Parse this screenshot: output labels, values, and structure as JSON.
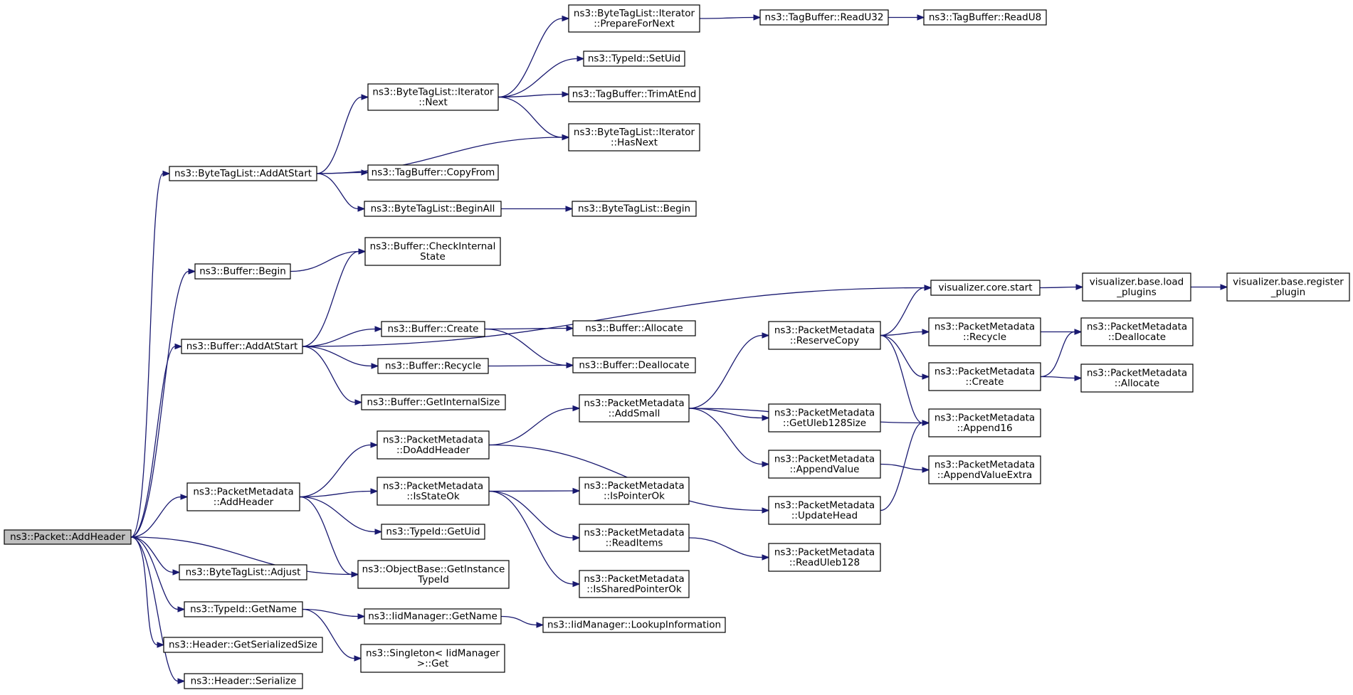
{
  "nodes": [
    {
      "id": "root",
      "lines": [
        "ns3::Packet::AddHeader"
      ]
    },
    {
      "id": "btl_addatstart",
      "lines": [
        "ns3::ByteTagList::AddAtStart"
      ]
    },
    {
      "id": "buf_begin",
      "lines": [
        "ns3::Buffer::Begin"
      ]
    },
    {
      "id": "buf_addatstart",
      "lines": [
        "ns3::Buffer::AddAtStart"
      ]
    },
    {
      "id": "pm_addheader",
      "lines": [
        "ns3::PacketMetadata",
        "::AddHeader"
      ]
    },
    {
      "id": "btl_adjust",
      "lines": [
        "ns3::ByteTagList::Adjust"
      ]
    },
    {
      "id": "tid_getname",
      "lines": [
        "ns3::TypeId::GetName"
      ]
    },
    {
      "id": "hdr_getsize",
      "lines": [
        "ns3::Header::GetSerializedSize"
      ]
    },
    {
      "id": "hdr_serialize",
      "lines": [
        "ns3::Header::Serialize"
      ]
    },
    {
      "id": "it_next",
      "lines": [
        "ns3::ByteTagList::Iterator",
        "::Next"
      ]
    },
    {
      "id": "tb_copyfrom",
      "lines": [
        "ns3::TagBuffer::CopyFrom"
      ]
    },
    {
      "id": "btl_beginall",
      "lines": [
        "ns3::ByteTagList::BeginAll"
      ]
    },
    {
      "id": "buf_checkinternal",
      "lines": [
        "ns3::Buffer::CheckInternal",
        "State"
      ]
    },
    {
      "id": "buf_create",
      "lines": [
        "ns3::Buffer::Create"
      ]
    },
    {
      "id": "buf_recycle",
      "lines": [
        "ns3::Buffer::Recycle"
      ]
    },
    {
      "id": "buf_getinternalsize",
      "lines": [
        "ns3::Buffer::GetInternalSize"
      ]
    },
    {
      "id": "pm_doaddheader",
      "lines": [
        "ns3::PacketMetadata",
        "::DoAddHeader"
      ]
    },
    {
      "id": "pm_isstateok",
      "lines": [
        "ns3::PacketMetadata",
        "::IsStateOk"
      ]
    },
    {
      "id": "tid_getuid",
      "lines": [
        "ns3::TypeId::GetUid"
      ]
    },
    {
      "id": "ob_getinstance",
      "lines": [
        "ns3::ObjectBase::GetInstance",
        "TypeId"
      ]
    },
    {
      "id": "iid_getname",
      "lines": [
        "ns3::IidManager::GetName"
      ]
    },
    {
      "id": "singleton_get",
      "lines": [
        "ns3::Singleton< IidManager",
        ">::Get"
      ]
    },
    {
      "id": "it_preparefornext",
      "lines": [
        "ns3::ByteTagList::Iterator",
        "::PrepareForNext"
      ]
    },
    {
      "id": "tid_setuid",
      "lines": [
        "ns3::TypeId::SetUid"
      ]
    },
    {
      "id": "tb_trimatend",
      "lines": [
        "ns3::TagBuffer::TrimAtEnd"
      ]
    },
    {
      "id": "it_hasnext",
      "lines": [
        "ns3::ByteTagList::Iterator",
        "::HasNext"
      ]
    },
    {
      "id": "btl_begin",
      "lines": [
        "ns3::ByteTagList::Begin"
      ]
    },
    {
      "id": "buf_allocate",
      "lines": [
        "ns3::Buffer::Allocate"
      ]
    },
    {
      "id": "buf_deallocate",
      "lines": [
        "ns3::Buffer::Deallocate"
      ]
    },
    {
      "id": "pm_addsmall",
      "lines": [
        "ns3::PacketMetadata",
        "::AddSmall"
      ]
    },
    {
      "id": "pm_ispointerok",
      "lines": [
        "ns3::PacketMetadata",
        "::IsPointerOk"
      ]
    },
    {
      "id": "pm_readitems",
      "lines": [
        "ns3::PacketMetadata",
        "::ReadItems"
      ]
    },
    {
      "id": "pm_issharedpointerok",
      "lines": [
        "ns3::PacketMetadata",
        "::IsSharedPointerOk"
      ]
    },
    {
      "id": "iid_lookup",
      "lines": [
        "ns3::IidManager::LookupInformation"
      ]
    },
    {
      "id": "tb_readu32",
      "lines": [
        "ns3::TagBuffer::ReadU32"
      ]
    },
    {
      "id": "tb_readu8",
      "lines": [
        "ns3::TagBuffer::ReadU8"
      ]
    },
    {
      "id": "pm_reservecopy",
      "lines": [
        "ns3::PacketMetadata",
        "::ReserveCopy"
      ]
    },
    {
      "id": "pm_getuleb128size",
      "lines": [
        "ns3::PacketMetadata",
        "::GetUleb128Size"
      ]
    },
    {
      "id": "pm_appendvalue",
      "lines": [
        "ns3::PacketMetadata",
        "::AppendValue"
      ]
    },
    {
      "id": "pm_updatehead",
      "lines": [
        "ns3::PacketMetadata",
        "::UpdateHead"
      ]
    },
    {
      "id": "pm_readuleb128",
      "lines": [
        "ns3::PacketMetadata",
        "::ReadUleb128"
      ]
    },
    {
      "id": "vis_core_start",
      "lines": [
        "visualizer.core.start"
      ]
    },
    {
      "id": "pm_recycle",
      "lines": [
        "ns3::PacketMetadata",
        "::Recycle"
      ]
    },
    {
      "id": "pm_create",
      "lines": [
        "ns3::PacketMetadata",
        "::Create"
      ]
    },
    {
      "id": "pm_append16",
      "lines": [
        "ns3::PacketMetadata",
        "::Append16"
      ]
    },
    {
      "id": "pm_appendvalueextra",
      "lines": [
        "ns3::PacketMetadata",
        "::AppendValueExtra"
      ]
    },
    {
      "id": "vis_base_load",
      "lines": [
        "visualizer.base.load",
        "_plugins"
      ]
    },
    {
      "id": "pm_deallocate",
      "lines": [
        "ns3::PacketMetadata",
        "::Deallocate"
      ]
    },
    {
      "id": "pm_allocate",
      "lines": [
        "ns3::PacketMetadata",
        "::Allocate"
      ]
    },
    {
      "id": "vis_base_register",
      "lines": [
        "visualizer.base.register",
        "_plugin"
      ]
    }
  ],
  "edges": [
    [
      "root",
      "btl_addatstart"
    ],
    [
      "root",
      "buf_begin"
    ],
    [
      "root",
      "buf_addatstart"
    ],
    [
      "root",
      "pm_addheader"
    ],
    [
      "root",
      "btl_adjust"
    ],
    [
      "root",
      "ob_getinstance"
    ],
    [
      "root",
      "tid_getname"
    ],
    [
      "root",
      "hdr_getsize"
    ],
    [
      "root",
      "hdr_serialize"
    ],
    [
      "btl_addatstart",
      "it_next"
    ],
    [
      "btl_addatstart",
      "it_hasnext"
    ],
    [
      "btl_addatstart",
      "tb_copyfrom"
    ],
    [
      "btl_addatstart",
      "btl_beginall"
    ],
    [
      "it_next",
      "it_preparefornext"
    ],
    [
      "it_next",
      "tid_setuid"
    ],
    [
      "it_next",
      "tb_trimatend"
    ],
    [
      "it_next",
      "it_hasnext"
    ],
    [
      "it_preparefornext",
      "tb_readu32"
    ],
    [
      "tb_readu32",
      "tb_readu8"
    ],
    [
      "btl_beginall",
      "btl_begin"
    ],
    [
      "buf_begin",
      "buf_checkinternal"
    ],
    [
      "buf_addatstart",
      "buf_checkinternal"
    ],
    [
      "buf_addatstart",
      "vis_core_start"
    ],
    [
      "buf_addatstart",
      "buf_create"
    ],
    [
      "buf_addatstart",
      "buf_recycle"
    ],
    [
      "buf_addatstart",
      "buf_getinternalsize"
    ],
    [
      "buf_create",
      "buf_allocate"
    ],
    [
      "buf_create",
      "buf_deallocate"
    ],
    [
      "buf_recycle",
      "buf_deallocate"
    ],
    [
      "vis_core_start",
      "vis_base_load"
    ],
    [
      "vis_base_load",
      "vis_base_register"
    ],
    [
      "pm_addheader",
      "pm_doaddheader"
    ],
    [
      "pm_addheader",
      "pm_isstateok"
    ],
    [
      "pm_addheader",
      "tid_getuid"
    ],
    [
      "pm_addheader",
      "ob_getinstance"
    ],
    [
      "pm_doaddheader",
      "pm_addsmall"
    ],
    [
      "pm_doaddheader",
      "pm_updatehead"
    ],
    [
      "pm_addsmall",
      "pm_reservecopy"
    ],
    [
      "pm_addsmall",
      "pm_append16"
    ],
    [
      "pm_addsmall",
      "pm_getuleb128size"
    ],
    [
      "pm_addsmall",
      "pm_appendvalue"
    ],
    [
      "pm_reservecopy",
      "vis_core_start"
    ],
    [
      "pm_reservecopy",
      "pm_recycle"
    ],
    [
      "pm_reservecopy",
      "pm_create"
    ],
    [
      "pm_reservecopy",
      "pm_append16"
    ],
    [
      "pm_recycle",
      "pm_deallocate"
    ],
    [
      "pm_create",
      "pm_deallocate"
    ],
    [
      "pm_create",
      "pm_allocate"
    ],
    [
      "pm_appendvalue",
      "pm_appendvalueextra"
    ],
    [
      "pm_updatehead",
      "pm_append16"
    ],
    [
      "pm_isstateok",
      "pm_ispointerok"
    ],
    [
      "pm_isstateok",
      "pm_readitems"
    ],
    [
      "pm_isstateok",
      "pm_issharedpointerok"
    ],
    [
      "pm_readitems",
      "pm_readuleb128"
    ],
    [
      "tid_getname",
      "iid_getname"
    ],
    [
      "tid_getname",
      "singleton_get"
    ],
    [
      "iid_getname",
      "iid_lookup"
    ]
  ]
}
